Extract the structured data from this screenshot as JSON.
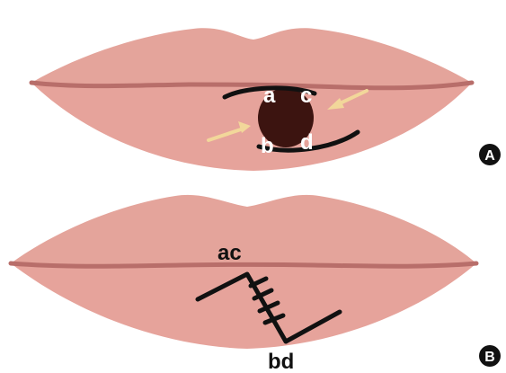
{
  "panels": [
    {
      "id": "A",
      "badge": "A",
      "point_labels": [
        "a",
        "c",
        "b",
        "d"
      ]
    },
    {
      "id": "B",
      "badge": "B",
      "point_labels": [
        "ac",
        "bd"
      ]
    }
  ],
  "colors": {
    "lip_upper": "#e4a49b",
    "lip_lower": "#e6a39b",
    "vermilion_line": "#b86e6a",
    "lesion": "#3c1410",
    "incision": "#111111",
    "arrow": "#f2d79a",
    "label_white": "#ffffff",
    "label_black": "#111111",
    "badge_fill": "#111111",
    "badge_text": "#ffffff"
  }
}
